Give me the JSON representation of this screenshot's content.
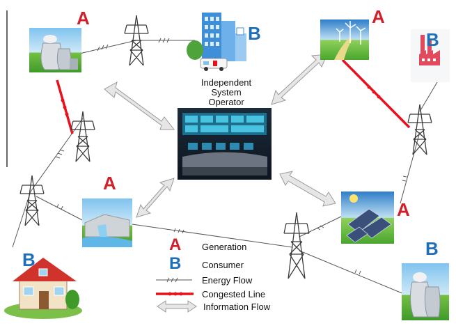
{
  "diagram": {
    "center_label": [
      "Independent",
      "System",
      "Operator"
    ],
    "node_tags": {
      "generation": "A",
      "consumer": "B"
    },
    "legend": {
      "generation": "Generation",
      "consumer": "Consumer",
      "energy_flow": "Energy Flow",
      "congested_line": "Congested Line",
      "information_flow": "Information Flow"
    },
    "colors": {
      "generation_tag": "#d0202a",
      "consumer_tag": "#1f6fb8",
      "energy_line": "#555555",
      "congested_line": "#e8111b",
      "info_arrow_fill": "#e6e6e6",
      "info_arrow_stroke": "#9a9a9a"
    }
  }
}
